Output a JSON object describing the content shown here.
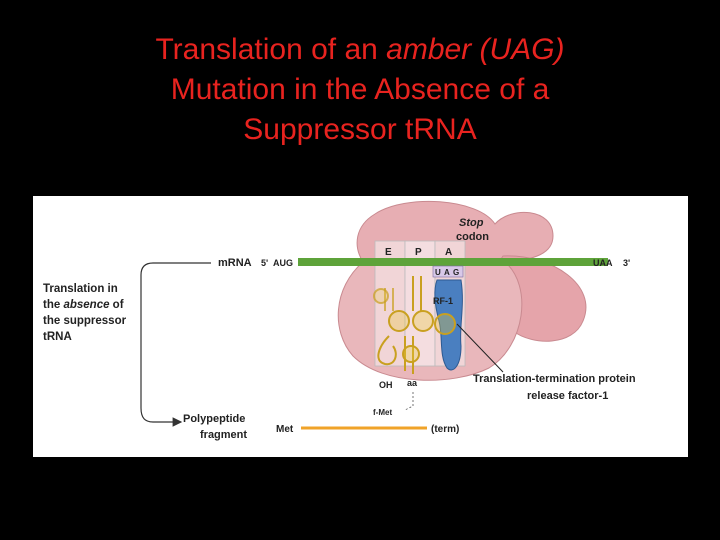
{
  "slide": {
    "title_line1_a": "Translation of an ",
    "title_line1_b": "amber (UAG)",
    "title_line2": "Mutation in the Absence of a",
    "title_line3": "Suppressor t",
    "title_line3_b": "RNA"
  },
  "diagram": {
    "side_label": [
      "Translation in",
      "the ",
      "absence",
      " of",
      "the suppressor",
      "tRNA"
    ],
    "mrna_label": "m",
    "mrna_label_b": "RNA",
    "five_prime": "5'",
    "start_codon": "AUG",
    "end_codon": "UAA",
    "three_prime": "3'",
    "stop_codon_label": [
      "Stop",
      "codon"
    ],
    "site_e": "E",
    "site_p": "P",
    "site_a": "A",
    "uag": [
      "U",
      "A",
      "G"
    ],
    "rf1": "RF-1",
    "oh": "OH",
    "aa": "aa",
    "fmet": "f-Met",
    "met": "Met",
    "term": "(term)",
    "polypeptide": [
      "Polypeptide",
      "fragment"
    ],
    "release_factor": [
      "Translation-termination protein",
      "release factor-1"
    ],
    "colors": {
      "title": "#e8231f",
      "ribosome": "#e7aeb3",
      "mrna": "#5ea33a",
      "trna": "#e9c93f",
      "rf1": "#4a7fc0",
      "peptide": "#f0a329"
    }
  }
}
